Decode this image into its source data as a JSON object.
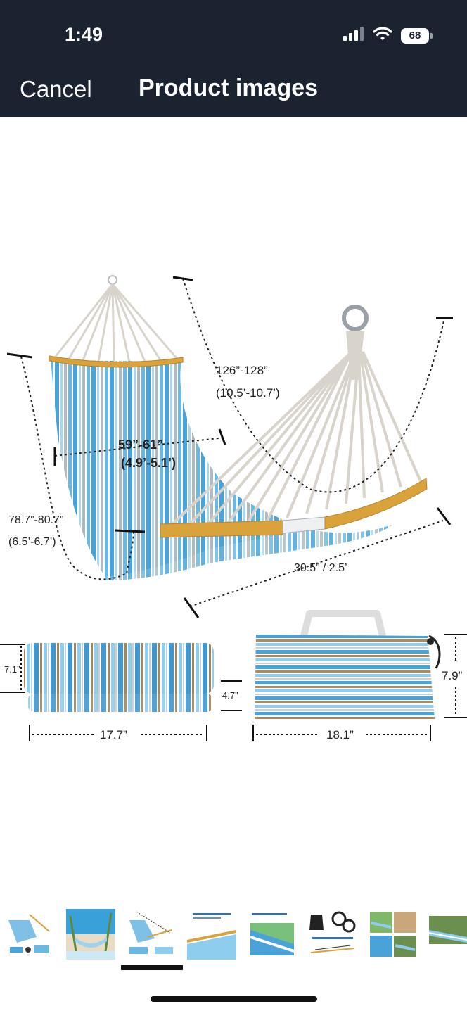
{
  "status_bar": {
    "time": "1:49",
    "battery": "68",
    "icons": [
      "signal-icon",
      "wifi-icon",
      "battery-icon"
    ]
  },
  "nav": {
    "cancel_label": "Cancel",
    "title": "Product images"
  },
  "product_image": {
    "dimensions": {
      "overall_length_in": "126”-128”",
      "overall_length_ft": "(10.5’-10.7’)",
      "bed_width_in": "59”-61”",
      "bed_width_ft": "(4.9’-5.1’)",
      "bed_length_in": "78.7”-80.7”",
      "bed_length_ft": "(6.5’-6.7’)",
      "spreader_bar": "30.5” / 2.5’",
      "folded_height": "7.1”",
      "folded_thickness": "4.7”",
      "folded_width": "17.7”",
      "bag_width": "18.1”",
      "bag_height": "7.9”"
    }
  },
  "thumbnails": {
    "count": 8,
    "selected_index": 2
  },
  "colors": {
    "nav_background": "#1b2331",
    "stripe_blue": "#4aa3d8",
    "stripe_light": "#a9d7f0",
    "stripe_tan": "#b08a5a",
    "bar_wood": "#d9a23a"
  }
}
